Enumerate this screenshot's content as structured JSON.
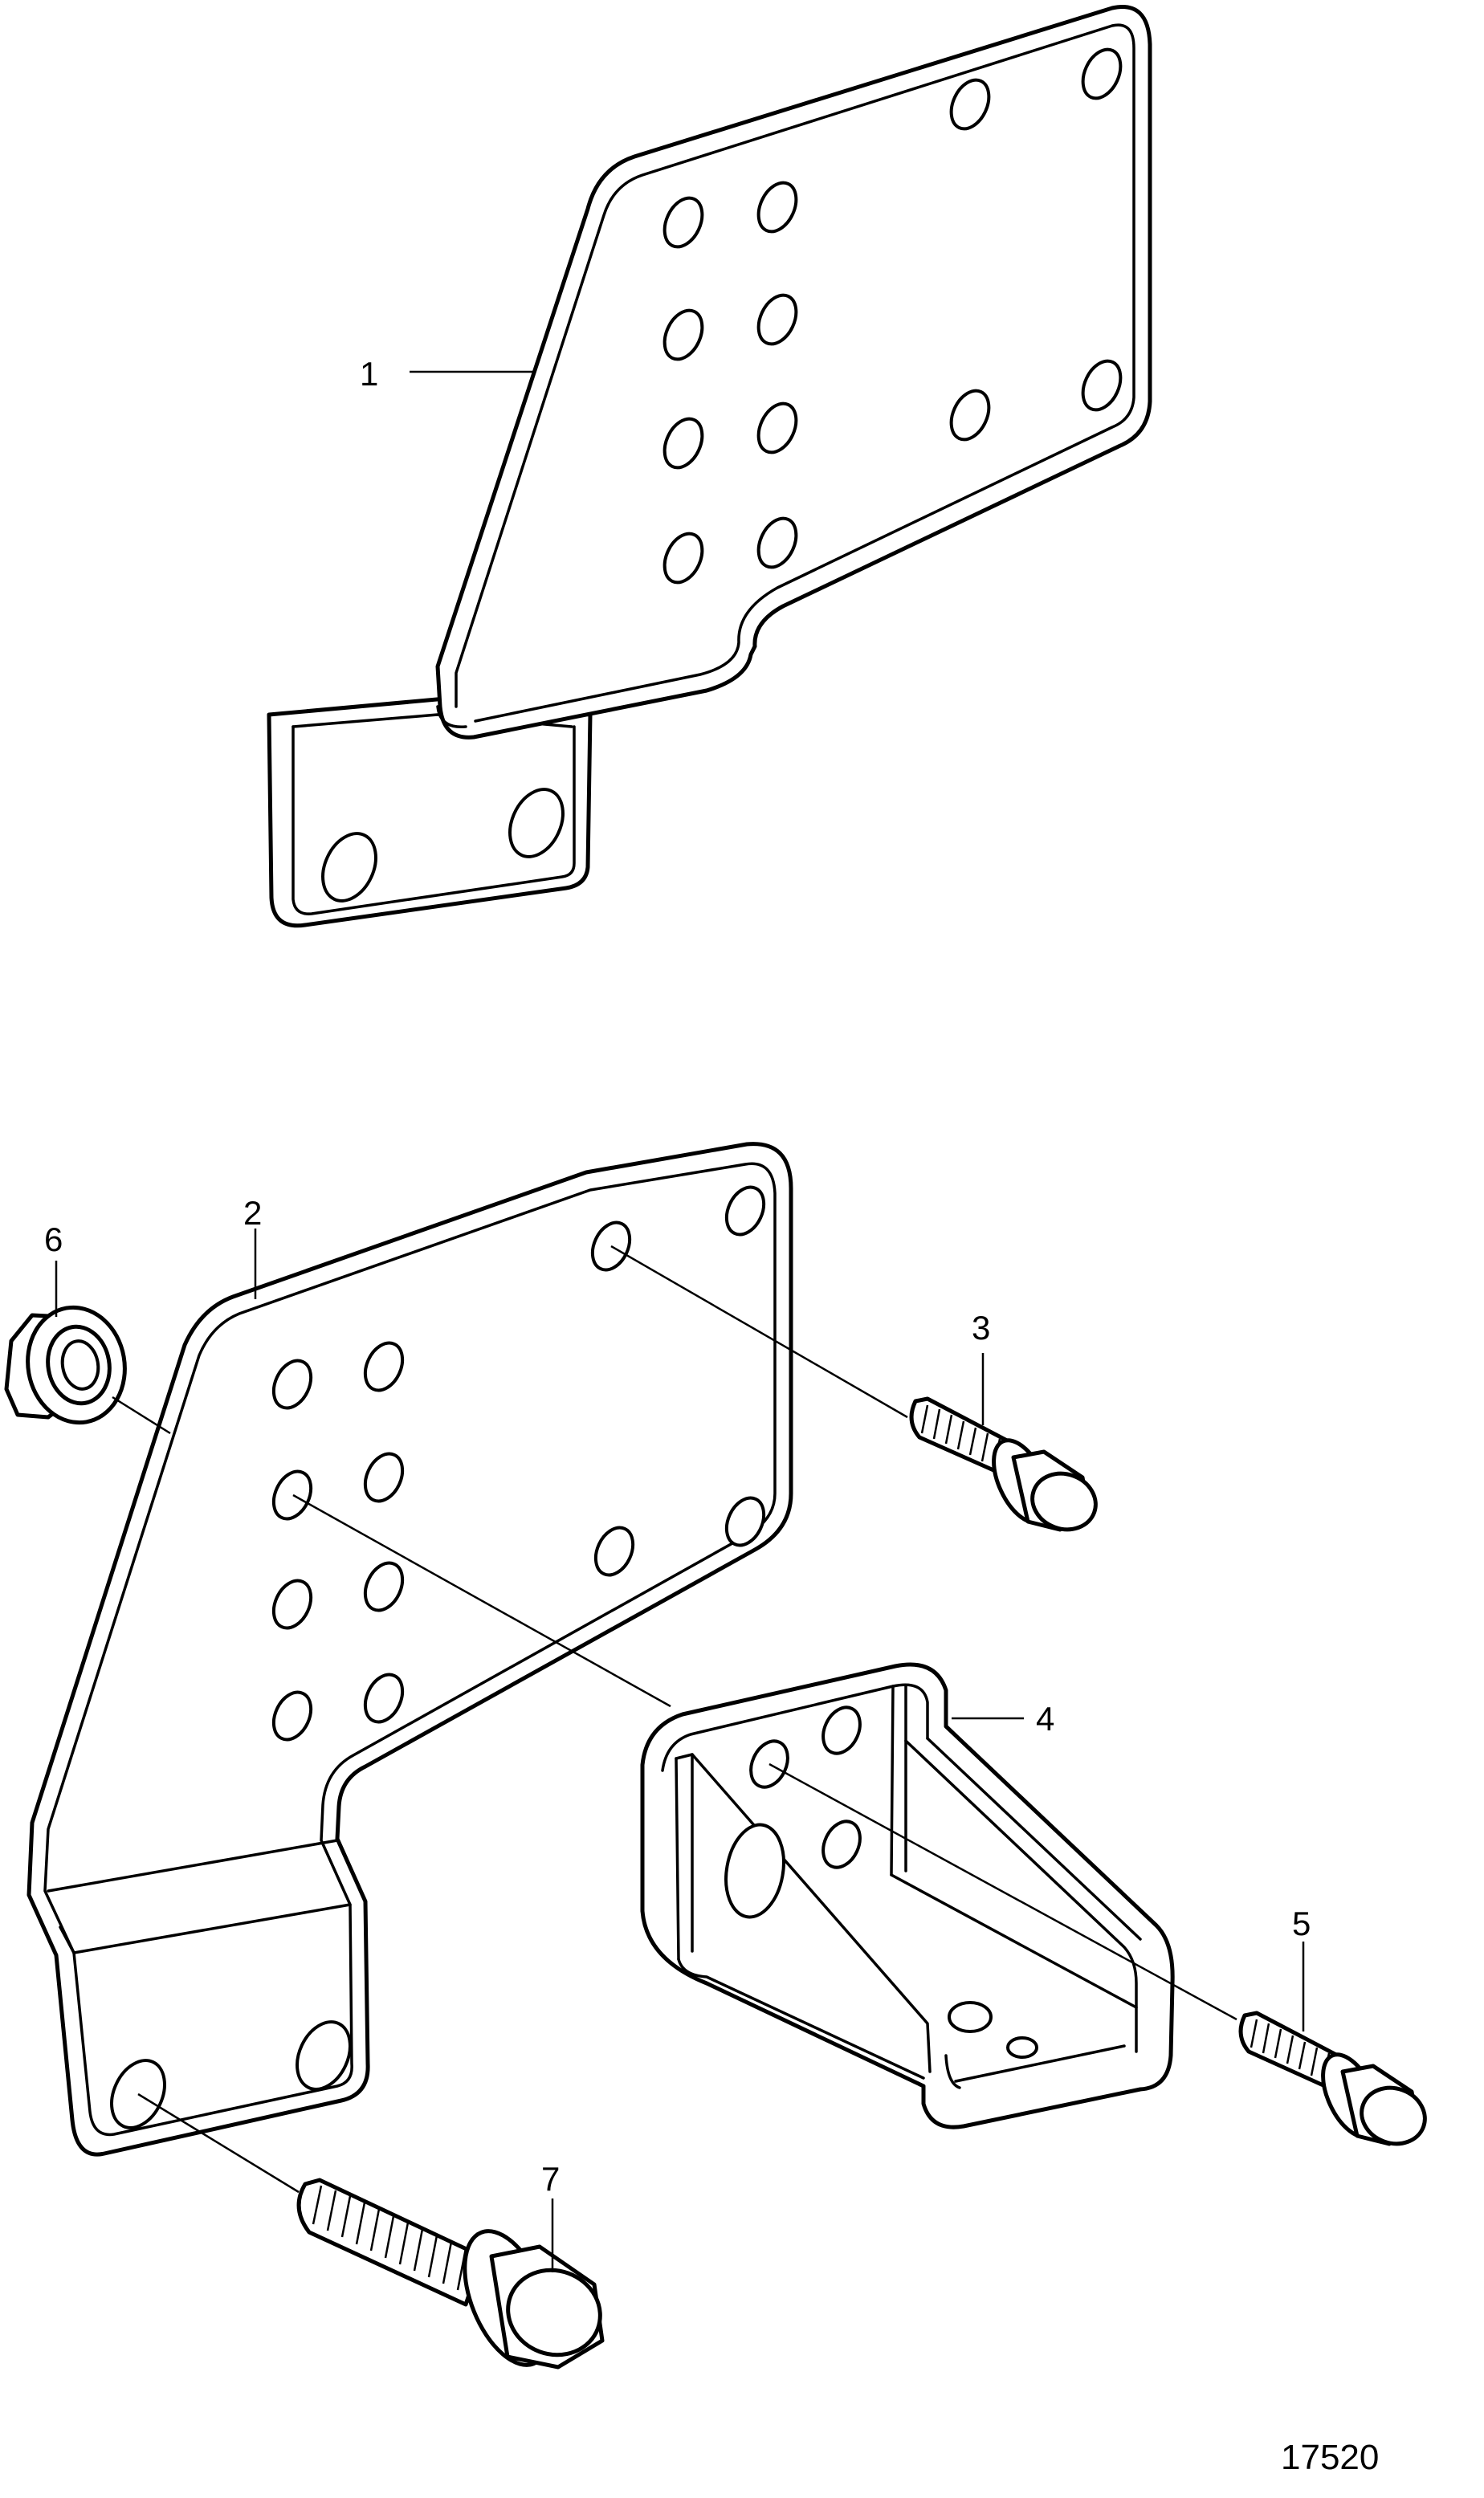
{
  "figure_number": "17520",
  "callouts": [
    {
      "id": "1",
      "label": "1"
    },
    {
      "id": "2",
      "label": "2"
    },
    {
      "id": "3",
      "label": "3"
    },
    {
      "id": "4",
      "label": "4"
    },
    {
      "id": "5",
      "label": "5"
    },
    {
      "id": "6",
      "label": "6"
    },
    {
      "id": "7",
      "label": "7"
    }
  ]
}
